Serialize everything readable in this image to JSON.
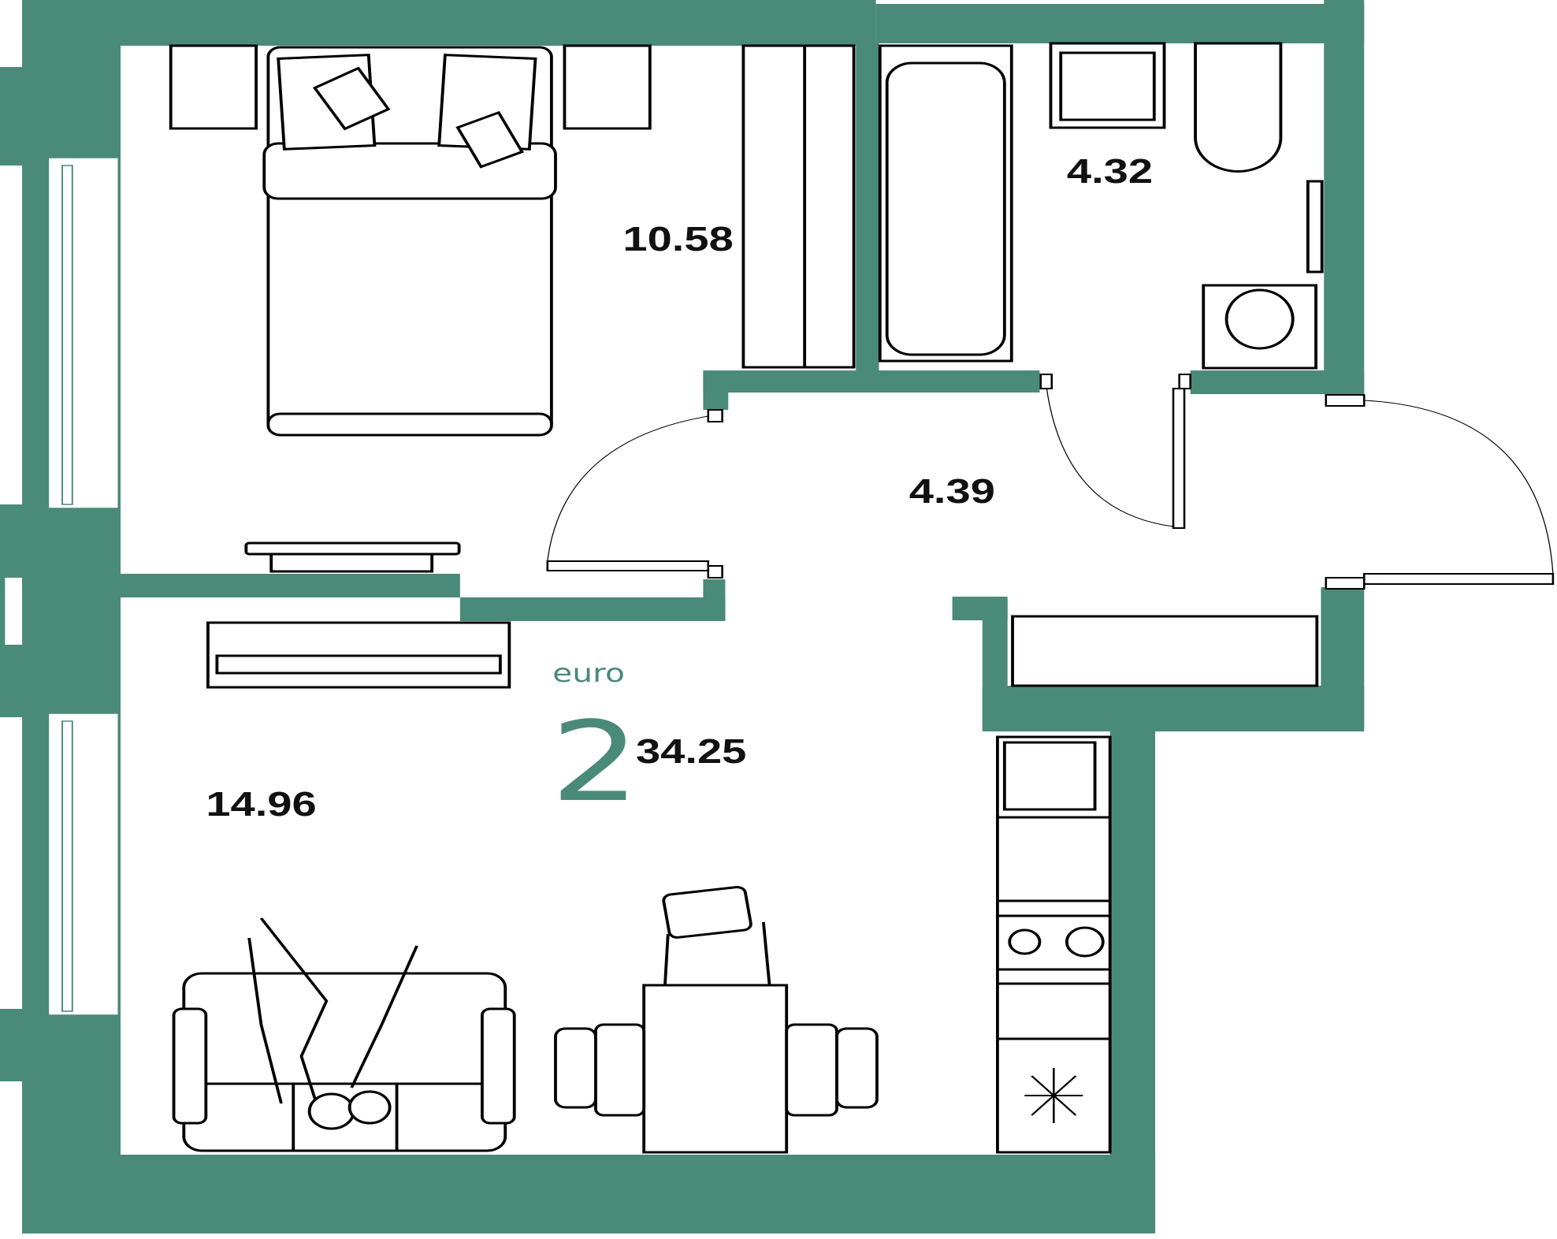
{
  "colors": {
    "wall": "#4a8a78",
    "line": "#000000",
    "background": "#ffffff"
  },
  "plan": {
    "type_label": "euro",
    "rooms_count": "2",
    "total_area": "34.25",
    "rooms": [
      {
        "name": "bedroom",
        "area": "10.58"
      },
      {
        "name": "bathroom",
        "area": "4.32"
      },
      {
        "name": "hallway",
        "area": "4.39"
      },
      {
        "name": "living-kitchen",
        "area": "14.96"
      }
    ]
  }
}
